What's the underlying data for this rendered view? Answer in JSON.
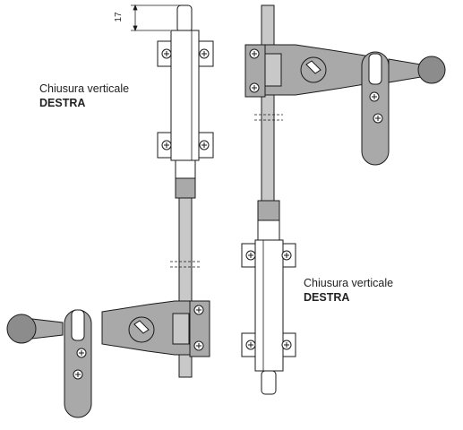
{
  "dimension": {
    "value": "17"
  },
  "labels": {
    "left": {
      "line1": "Chiusura verticale",
      "line2": "DESTRA"
    },
    "right": {
      "line1": "Chiusura verticale",
      "line2": "DESTRA"
    }
  },
  "colors": {
    "stroke": "#1a1a1a",
    "rod_gray": "#c8c8c8",
    "metal_gray": "#a9a9a9",
    "metal_dark": "#8c8c8c",
    "white": "#ffffff"
  }
}
